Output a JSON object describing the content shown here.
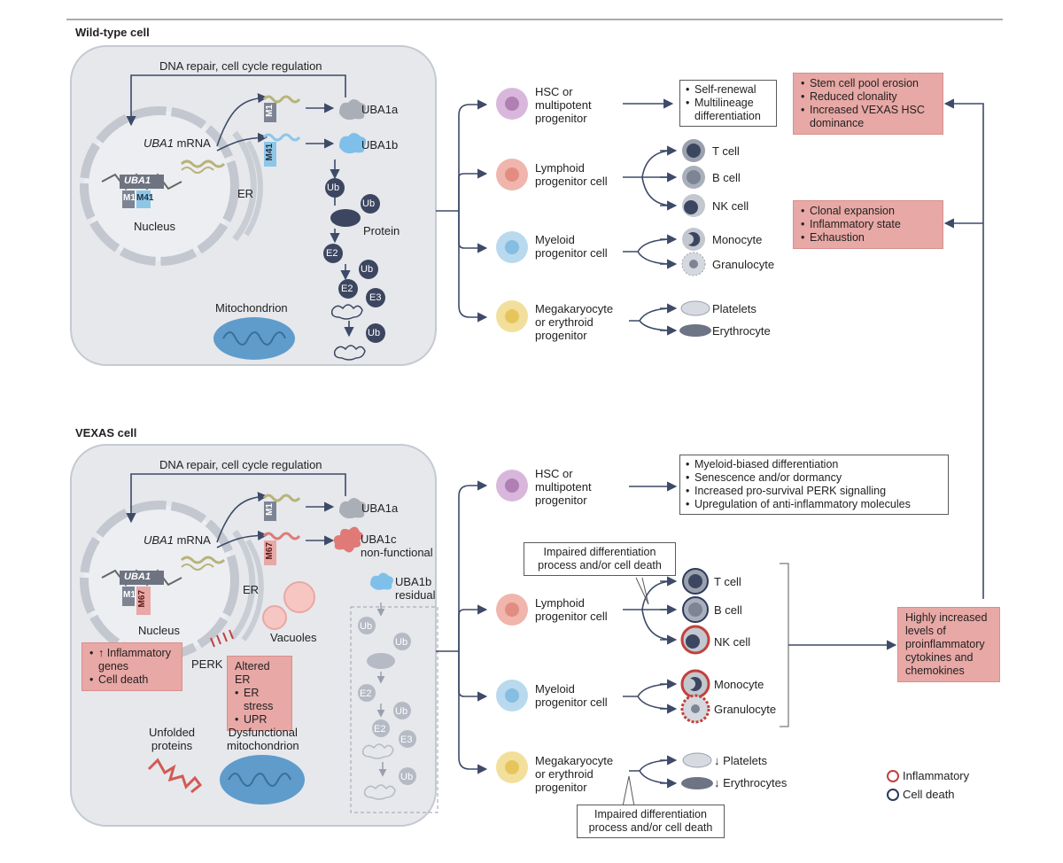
{
  "sections": {
    "wildtype_title": "Wild-type cell",
    "vexas_title": "VEXAS cell"
  },
  "wildtype": {
    "dna_repair": "DNA repair, cell cycle regulation",
    "mrna_gene": "UBA1",
    "mrna_suffix": " mRNA",
    "nucleus": "Nucleus",
    "er": "ER",
    "uba1a": "UBA1a",
    "uba1b": "UBA1b",
    "m1": "M1",
    "m41": "M41",
    "gene_label": "UBA1",
    "gene_m1": "M1",
    "gene_m41": "M41",
    "ub": "Ub",
    "protein": "Protein",
    "e2": "E2",
    "e3": "E3",
    "mitochondrion": "Mitochondrion",
    "progenitors": [
      {
        "label": "HSC or\nmultipotent\nprogenitor",
        "color": "#d9b7dc"
      },
      {
        "label": "Lymphoid\nprogenitor cell",
        "color": "#f0b5ad"
      },
      {
        "label": "Myeloid\nprogenitor cell",
        "color": "#b9d9ee"
      },
      {
        "label": "Megakaryocyte\nor erythroid\nprogenitor",
        "color": "#f3df9c"
      }
    ],
    "hsc_outcomes": [
      "Self-renewal",
      "Multilineage\ndifferentiation"
    ],
    "lymphoid_cells": [
      "T cell",
      "B cell",
      "NK cell"
    ],
    "myeloid_cells": [
      "Monocyte",
      "Granulocyte"
    ],
    "mk_cells": [
      "Platelets",
      "Erythrocyte"
    ],
    "stem_box": [
      "Stem cell pool erosion",
      "Reduced clonality",
      "Increased VEXAS HSC\ndominance"
    ],
    "clonal_box": [
      "Clonal expansion",
      "Inflammatory state",
      "Exhaustion"
    ]
  },
  "vexas": {
    "dna_repair": "DNA repair, cell cycle regulation",
    "mrna_gene": "UBA1",
    "mrna_suffix": " mRNA",
    "nucleus": "Nucleus",
    "er": "ER",
    "uba1a": "UBA1a",
    "uba1c": "UBA1c\nnon-functional",
    "uba1b_residual": "UBA1b\nresidual",
    "m1": "M1",
    "m67": "M67",
    "gene_label": "UBA1",
    "gene_m1": "M1",
    "gene_m67": "M67",
    "vacuoles": "Vacuoles",
    "perk": "PERK",
    "nucleus_box": [
      "↑ Inflammatory\ngenes",
      "Cell death"
    ],
    "er_box_title": "Altered ER",
    "er_box": [
      "ER stress",
      "UPR"
    ],
    "unfolded": "Unfolded\nproteins",
    "dysfunctional": "Dysfunctional\nmitochondrion",
    "ub": "Ub",
    "e2": "E2",
    "e3": "E3",
    "progenitors": [
      {
        "label": "HSC or\nmultipotent\nprogenitor"
      },
      {
        "label": "Lymphoid\nprogenitor cell"
      },
      {
        "label": "Myeloid\nprogenitor cell"
      },
      {
        "label": "Megakaryocyte\nor erythroid\nprogenitor"
      }
    ],
    "hsc_outcomes": [
      "Myeloid-biased differentiation",
      "Senescence and/or dormancy",
      "Increased pro-survival PERK signalling",
      "Upregulation of anti-inflammatory molecules"
    ],
    "impaired_top": "Impaired differentiation\nprocess and/or cell death",
    "impaired_bottom": "Impaired differentiation\nprocess and/or cell death",
    "lymphoid_cells": [
      "T cell",
      "B cell",
      "NK cell"
    ],
    "myeloid_cells": [
      "Monocyte",
      "Granulocyte"
    ],
    "mk_cells": [
      "↓ Platelets",
      "↓ Erythrocytes"
    ],
    "cytokine_box": "Highly increased\nlevels of\nproinflammatory\ncytokines and\nchemokines"
  },
  "legend": {
    "inflammatory": "Inflammatory",
    "cell_death": "Cell death",
    "inflammatory_color": "#c2413c",
    "cell_death_color": "#2d3a5a"
  },
  "colors": {
    "cell_fill": "#e6e8ec",
    "arrow": "#3d4a68",
    "pink": "#e8a8a5",
    "mito": "#5f9ccb",
    "mrna_green": "#b8b37a",
    "mrna_blue": "#8ec6e8",
    "mrna_red": "#e07a76"
  }
}
